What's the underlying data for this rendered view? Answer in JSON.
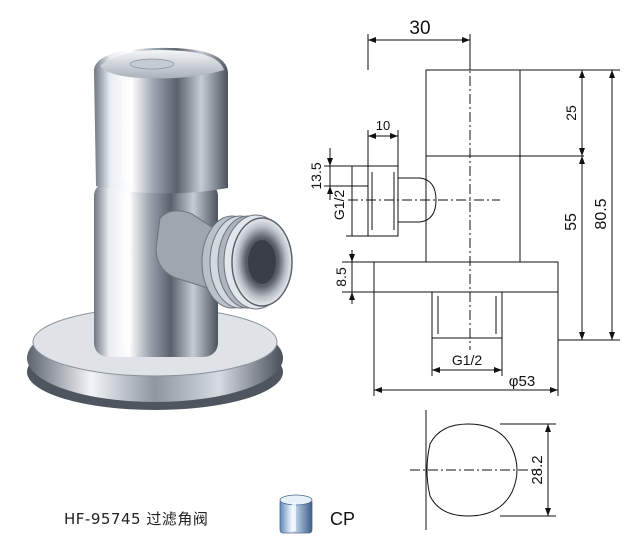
{
  "caption": {
    "model": "HF-95745",
    "name": "过滤角阀"
  },
  "finish": {
    "code": "CP"
  },
  "dimensions": {
    "top_width": "30",
    "inlet_length": "10",
    "inlet_height": "13.5",
    "inlet_thread": "G1/2",
    "flange_thickness": "8.5",
    "bottom_thread": "G1/2",
    "flange_diameter": "φ53",
    "cap_height": "25",
    "body_height": "55",
    "overall_height": "80.5",
    "handle_depth": "28.2"
  },
  "colors": {
    "line": "#111111",
    "chrome": "#c9ced6"
  }
}
